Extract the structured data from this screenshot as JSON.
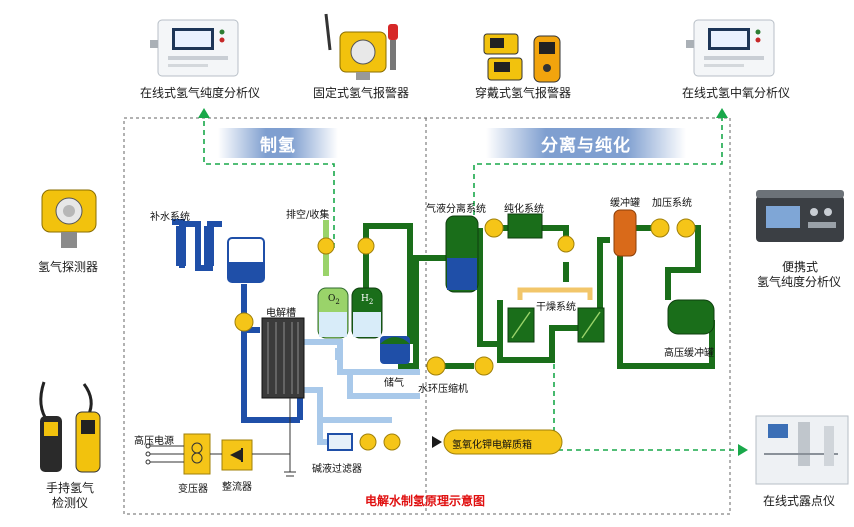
{
  "devices": {
    "online_purity": "在线式氢气纯度分析仪",
    "fixed_alarm": "固定式氢气报警器",
    "wearable_alarm": "穿戴式氢气报警器",
    "online_oxygen": "在线式氢中氧分析仪",
    "detector": "氢气探测器",
    "portable_purity_l1": "便携式",
    "portable_purity_l2": "氢气纯度分析仪",
    "handheld_l1": "手持氢气",
    "handheld_l2": "检测仪",
    "dew_point": "在线式露点仪"
  },
  "sections": {
    "production": "制氢",
    "separation": "分离与纯化"
  },
  "diagram": {
    "title": "电解水制氢原理示意图",
    "labels": {
      "water_supply": "补水系统",
      "vent": "排空/收集",
      "gas_liquid_sep": "气液分离系统",
      "purification": "纯化系统",
      "buffer_tank": "缓冲罐",
      "booster": "加压系统",
      "electrolyzer": "电解槽",
      "o2": "O",
      "o2_sub": "2",
      "h2": "H",
      "h2_sub": "2",
      "storage": "储气",
      "compressor": "水环压缩机",
      "dryer": "干燥系统",
      "hp_buffer": "高压缓冲罐",
      "hv_power": "高压电源",
      "transformer": "变压器",
      "rectifier": "整流器",
      "alkali_filter": "碱液过滤器",
      "koh_box": "氢氧化钾电解质箱"
    }
  },
  "colors": {
    "blue_pipe": "#1f4fa8",
    "green_pipe": "#1a6e1a",
    "light_pipe": "#a9c9ea",
    "section_blue": "#6b8fc4",
    "dash_green": "#19a84a",
    "title_red": "#e01010",
    "pump_yellow": "#f5c518"
  }
}
